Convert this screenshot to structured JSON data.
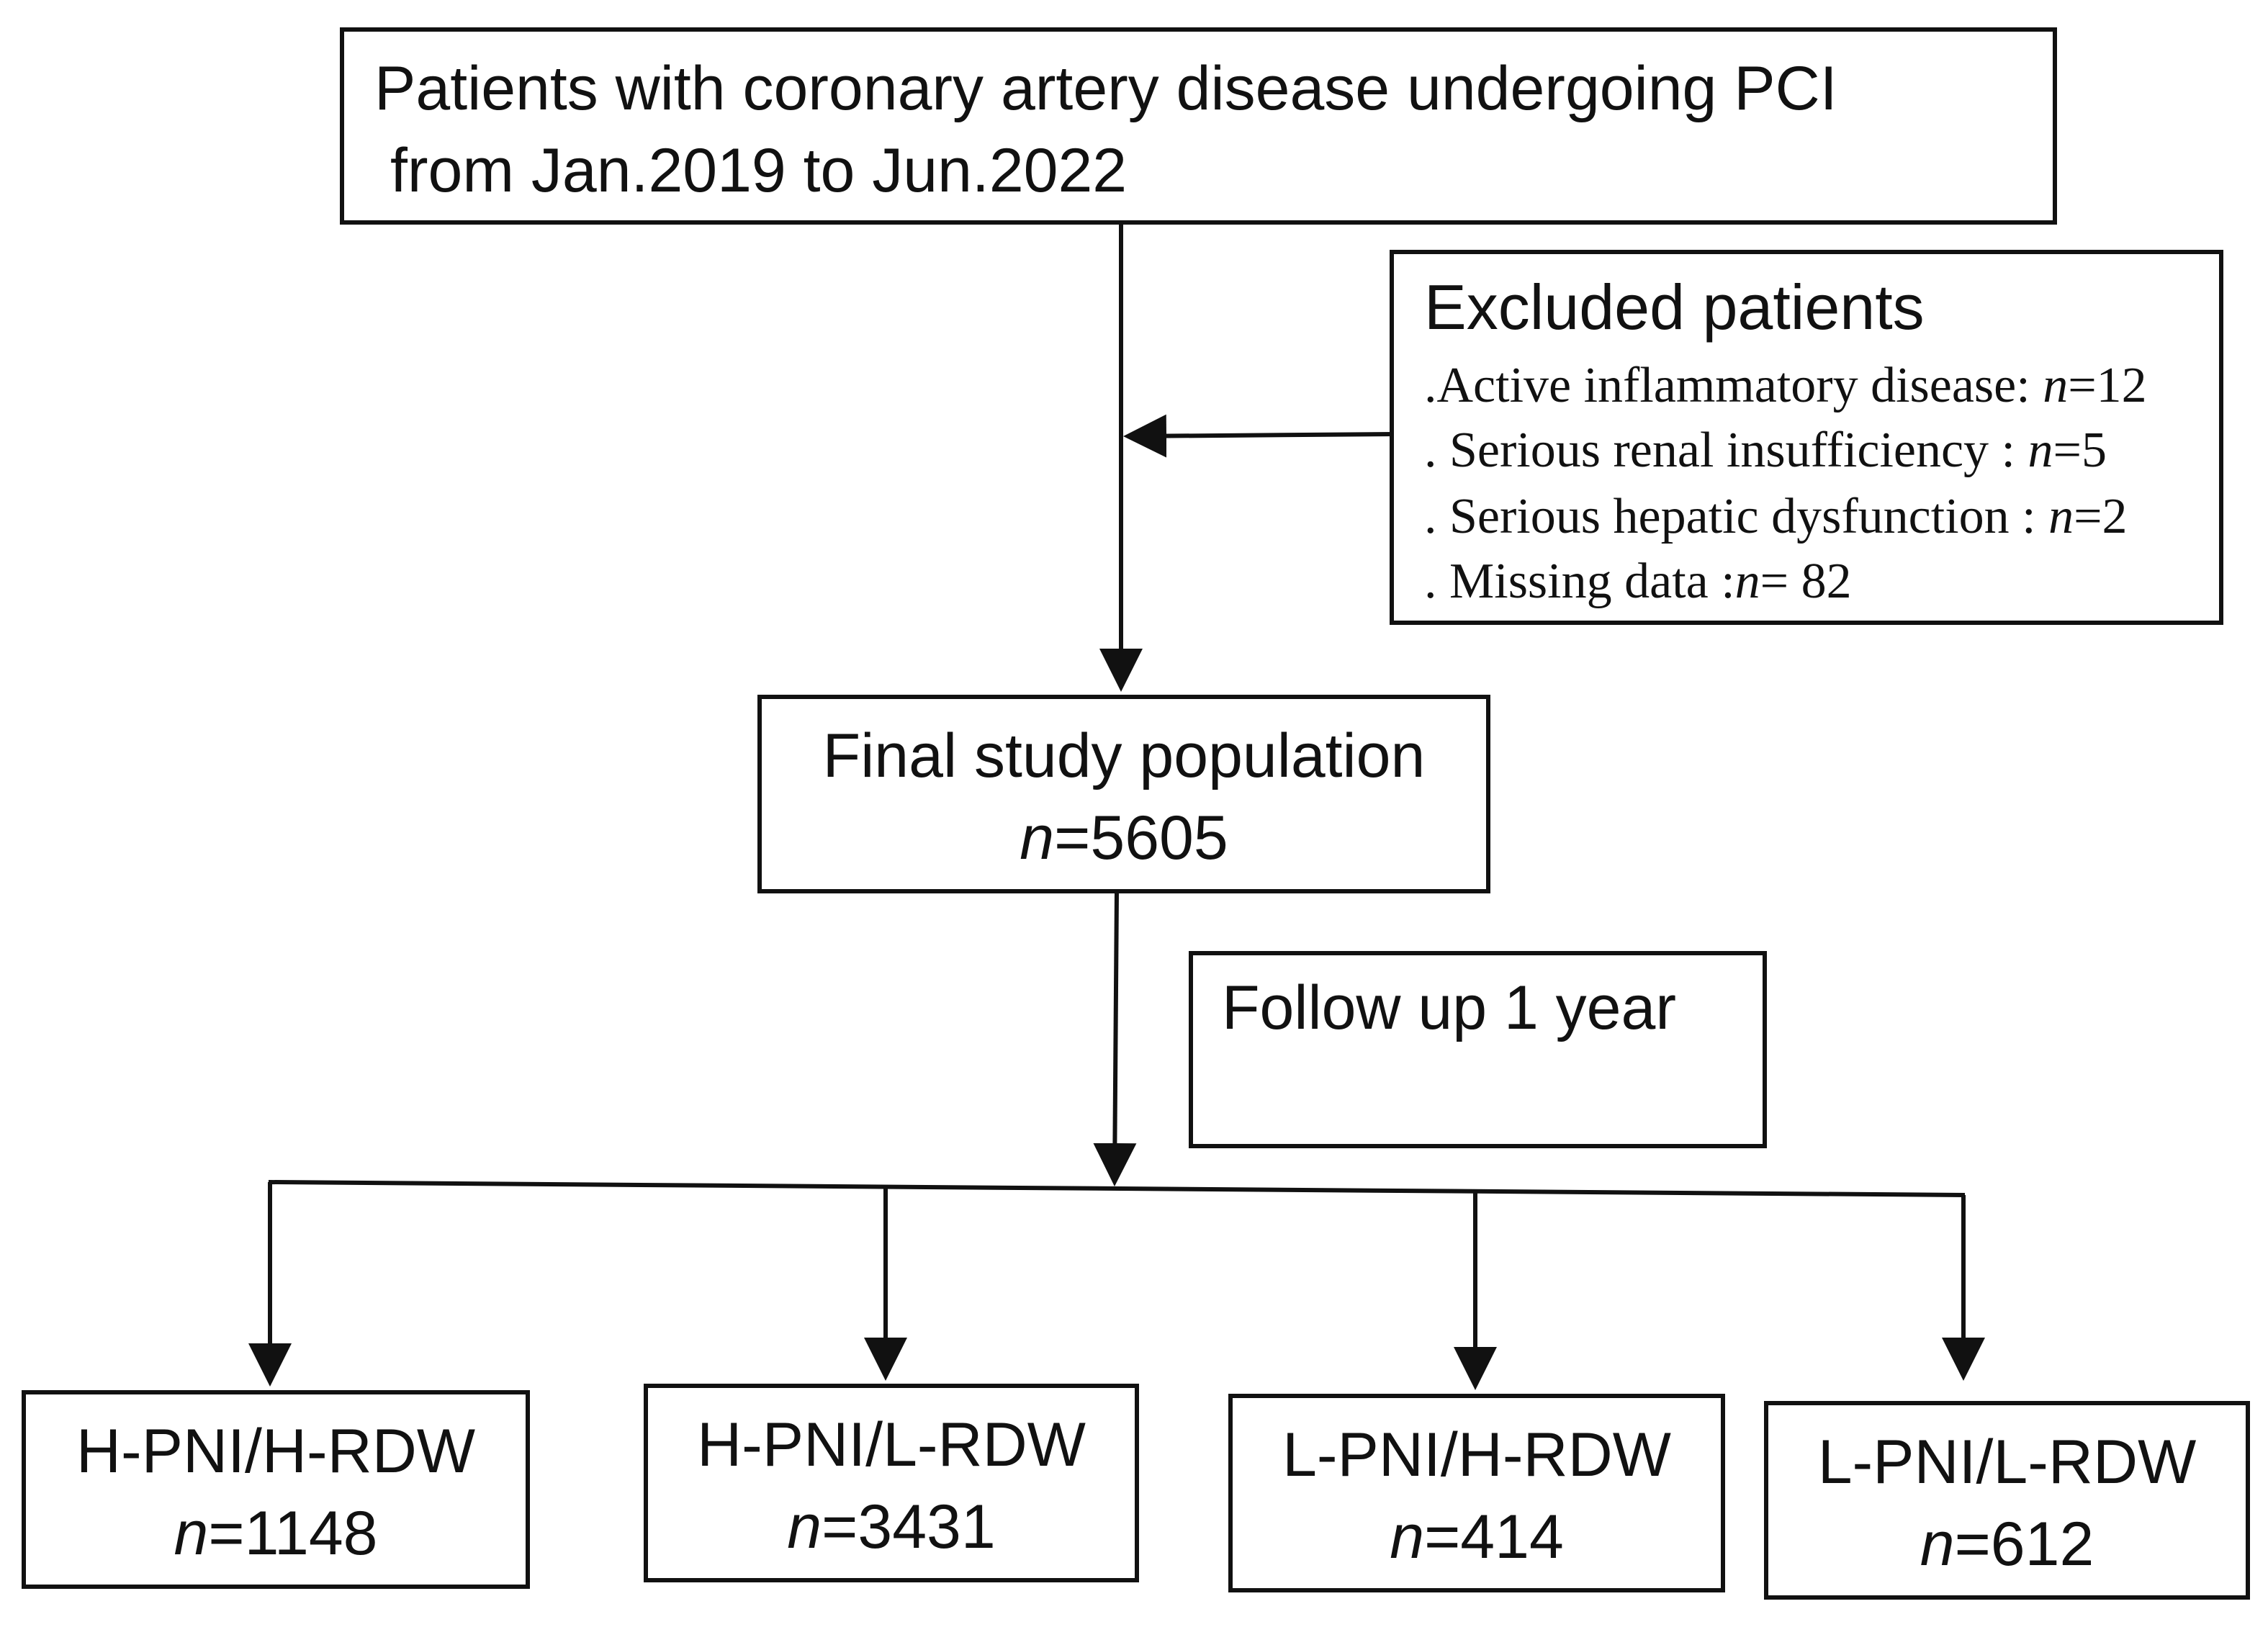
{
  "source": {
    "line1": "Patients with coronary artery disease undergoing PCI",
    "line2": "from Jan.2019 to Jun.2022"
  },
  "excluded": {
    "title": "Excluded patients",
    "items": [
      {
        "bullet": ".",
        "label": "Active inflammatory disease: ",
        "n_sym": "n",
        "n_val": "=12"
      },
      {
        "bullet": ". ",
        "label": "Serious renal insufficiency : ",
        "n_sym": "n",
        "n_val": "=5"
      },
      {
        "bullet": ". ",
        "label": "Serious hepatic dysfunction : ",
        "n_sym": "n",
        "n_val": "=2"
      },
      {
        "bullet": ". ",
        "label": "Missing data :",
        "n_sym": "n",
        "n_val": "= 82"
      }
    ]
  },
  "final": {
    "title": "Final study population",
    "n_sym": "n",
    "n_val": "=5605"
  },
  "followup": {
    "label": "Follow up 1 year"
  },
  "groups": [
    {
      "label": "H-PNI/H-RDW",
      "n_sym": "n",
      "n_val": "=1148"
    },
    {
      "label": "H-PNI/L-RDW",
      "n_sym": "n",
      "n_val": "=3431"
    },
    {
      "label": "L-PNI/H-RDW",
      "n_sym": "n",
      "n_val": "=414"
    },
    {
      "label": "L-PNI/L-RDW",
      "n_sym": "n",
      "n_val": "=612"
    }
  ]
}
